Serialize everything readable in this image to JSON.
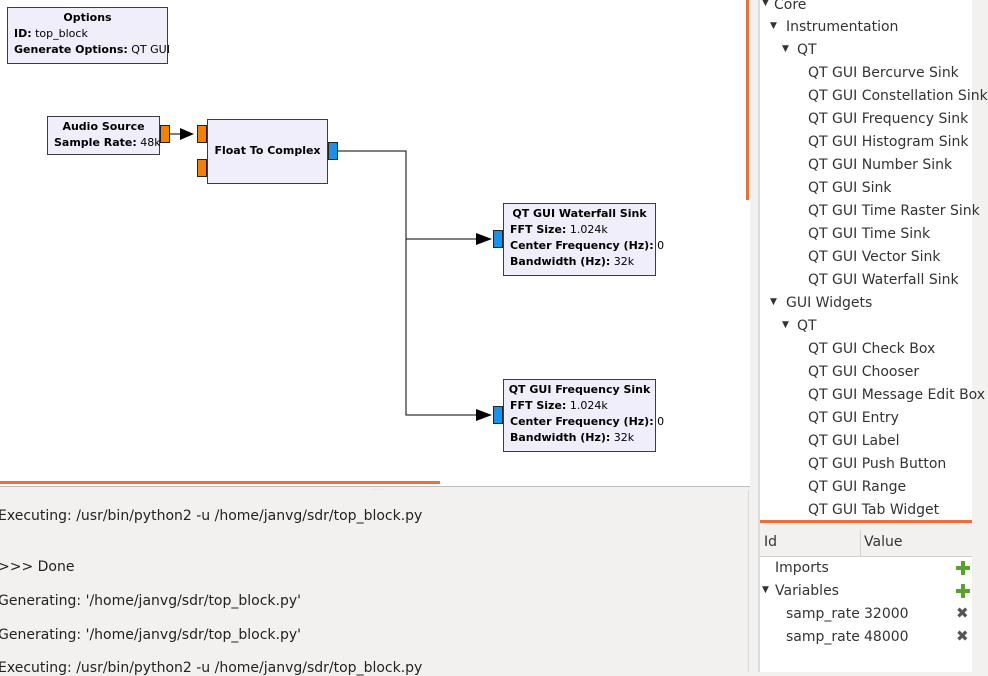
{
  "canvas": {
    "options_block": {
      "title": "Options",
      "id_label": "ID:",
      "id_value": " top_block",
      "gen_label": "Generate Options:",
      "gen_value": " QT GUI"
    },
    "audio_source": {
      "title": "Audio Source",
      "rate_label": "Sample Rate:",
      "rate_value": " 48k"
    },
    "float_to_complex": {
      "title": "Float To Complex"
    },
    "waterfall_sink": {
      "title": "QT GUI Waterfall Sink",
      "fft_label": "FFT Size:",
      "fft_value": " 1.024k",
      "cf_label": "Center Frequency (Hz):",
      "cf_value": " 0",
      "bw_label": "Bandwidth (Hz):",
      "bw_value": " 32k"
    },
    "frequency_sink": {
      "title": "QT GUI Frequency Sink",
      "fft_label": "FFT Size:",
      "fft_value": " 1.024k",
      "cf_label": "Center Frequency (Hz):",
      "cf_value": " 0",
      "bw_label": "Bandwidth (Hz):",
      "bw_value": " 32k"
    }
  },
  "console": {
    "lines": [
      "Executing: /usr/bin/python2 -u /home/janvg/sdr/top_block.py",
      ">>> Done",
      "Generating: '/home/janvg/sdr/top_block.py'",
      "Generating: '/home/janvg/sdr/top_block.py'",
      "Executing: /usr/bin/python2 -u /home/janvg/sdr/top_block.py"
    ]
  },
  "block_tree": {
    "core": "Core",
    "instrumentation": "Instrumentation",
    "qt1": "QT",
    "instrumentation_items": [
      "QT GUI Bercurve Sink",
      "QT GUI Constellation Sink",
      "QT GUI Frequency Sink",
      "QT GUI Histogram Sink",
      "QT GUI Number Sink",
      "QT GUI Sink",
      "QT GUI Time Raster Sink",
      "QT GUI Time Sink",
      "QT GUI Vector Sink",
      "QT GUI Waterfall Sink"
    ],
    "gui_widgets": "GUI Widgets",
    "qt2": "QT",
    "widget_items": [
      "QT GUI Check Box",
      "QT GUI Chooser",
      "QT GUI Message Edit Box",
      "QT GUI Entry",
      "QT GUI Label",
      "QT GUI Push Button",
      "QT GUI Range",
      "QT GUI Tab Widget"
    ]
  },
  "variables_panel": {
    "col_id": "Id",
    "col_value": "Value",
    "imports": "Imports",
    "variables": "Variables",
    "rows": [
      {
        "id": "samp_rate",
        "value": "32000"
      },
      {
        "id": "samp_rate",
        "value": "48000"
      }
    ]
  },
  "colors": {
    "port_out": "#f0820a",
    "port_in_complex": "#1e90e6",
    "block_fill": "#f0eefb",
    "accent_scroll": "#e8703a"
  }
}
